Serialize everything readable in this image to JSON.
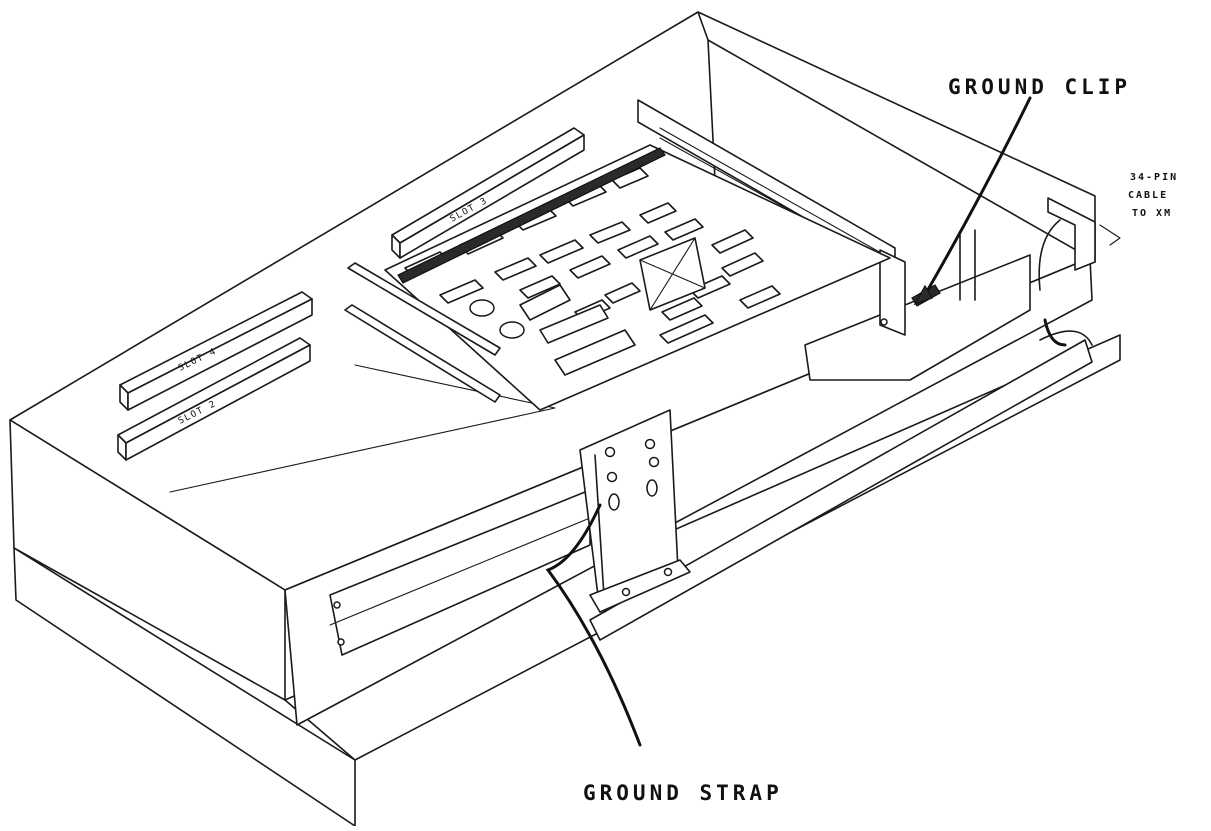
{
  "labels": {
    "ground_clip": "GROUND CLIP",
    "ground_strap": "GROUND STRAP",
    "cable_line1": "34-PIN",
    "cable_line2": "CABLE",
    "cable_line3": "TO XM",
    "slot2": "SLOT 2",
    "slot3": "SLOT 3",
    "slot4": "SLOT 4"
  }
}
